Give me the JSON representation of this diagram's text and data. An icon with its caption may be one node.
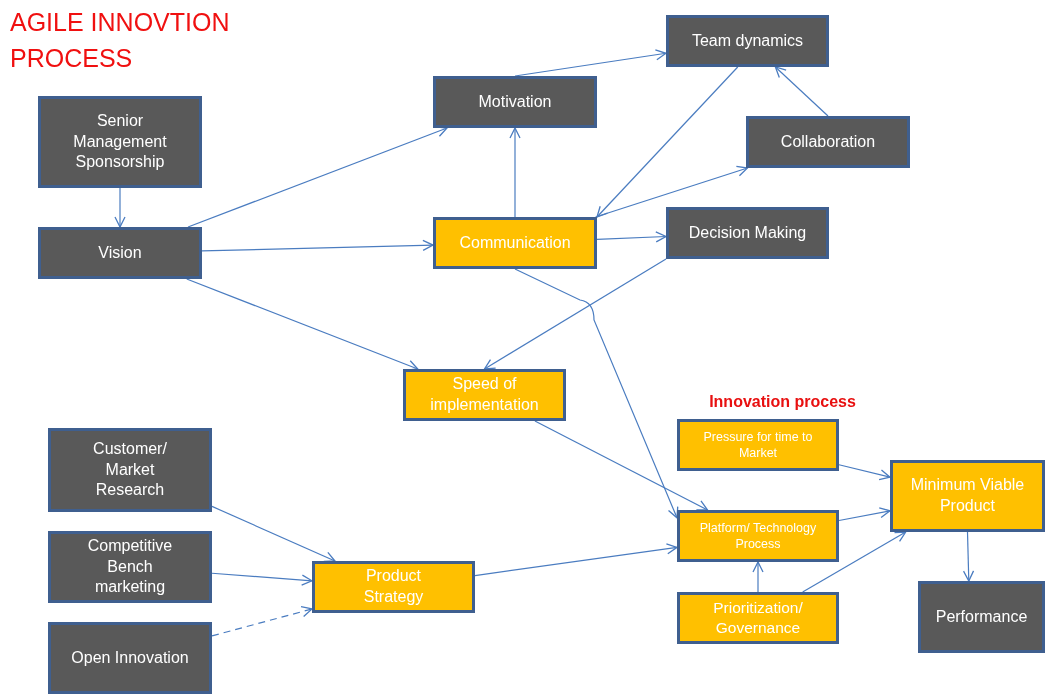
{
  "diagram": {
    "title": "AGILE INNOVTION PROCESS",
    "nodes": [
      {
        "text": [
          "Senior Management Sponsorship"
        ]
      },
      {
        "text": [
          "Vision"
        ]
      },
      {
        "text": [
          "Motivation"
        ]
      },
      {
        "text": [
          "Team dynamics"
        ]
      },
      {
        "text": [
          "Collaboration"
        ]
      },
      {
        "text": [
          "Communication"
        ]
      },
      {
        "text": [
          "Decision Making"
        ]
      },
      {
        "text": [
          "Speed of implementation"
        ]
      },
      {
        "text": [
          "Customer/ Market Research"
        ]
      },
      {
        "text": [
          "Competitive Bench marketing"
        ]
      },
      {
        "text": [
          "Open Innovation"
        ]
      },
      {
        "text": [
          "Product Strategy"
        ]
      },
      {
        "text": [
          "Pressure for time to Market"
        ]
      },
      {
        "text": [
          "Platform/ Technology Process"
        ]
      },
      {
        "text": [
          "Prioritization/ Governance"
        ]
      },
      {
        "text": [
          "Minimum Viable Product"
        ]
      },
      {
        "text": [
          "Performance"
        ]
      }
    ],
    "edges": [
      {
        "from": 0,
        "to": 1,
        "arrow": "to"
      },
      {
        "from": 1,
        "to": 2,
        "arrow": "to"
      },
      {
        "from": 1,
        "to": 5,
        "arrow": "to"
      },
      {
        "from": 1,
        "to": 7,
        "arrow": "to"
      },
      {
        "from": 2,
        "to": 3,
        "arrow": "to"
      },
      {
        "from": 5,
        "to": 2,
        "arrow": "to"
      },
      {
        "from": 3,
        "to": 5,
        "arrow": "to"
      },
      {
        "from": 4,
        "to": 3,
        "arrow": "to"
      },
      {
        "from": 5,
        "to": 4,
        "arrow": "to"
      },
      {
        "from": 5,
        "to": 6,
        "arrow": "to"
      },
      {
        "from": 6,
        "to": 7,
        "arrow": "to"
      },
      {
        "from": 5,
        "to": 13,
        "arrow": "to"
      },
      {
        "from": 7,
        "to": 13,
        "arrow": "to"
      },
      {
        "from": 8,
        "to": 11,
        "arrow": "to"
      },
      {
        "from": 9,
        "to": 11,
        "arrow": "to"
      },
      {
        "from": 10,
        "to": 11,
        "arrow": "to",
        "style": "dashed"
      },
      {
        "from": 11,
        "to": 13,
        "arrow": "to"
      },
      {
        "from": 12,
        "to": 15,
        "arrow": "to"
      },
      {
        "from": 13,
        "to": 15,
        "arrow": "to"
      },
      {
        "from": 14,
        "to": 15,
        "arrow": "to"
      },
      {
        "from": 14,
        "to": 13,
        "arrow": "to"
      },
      {
        "from": 15,
        "to": 16,
        "arrow": "to"
      }
    ],
    "labels": [
      "Innovation process"
    ]
  }
}
